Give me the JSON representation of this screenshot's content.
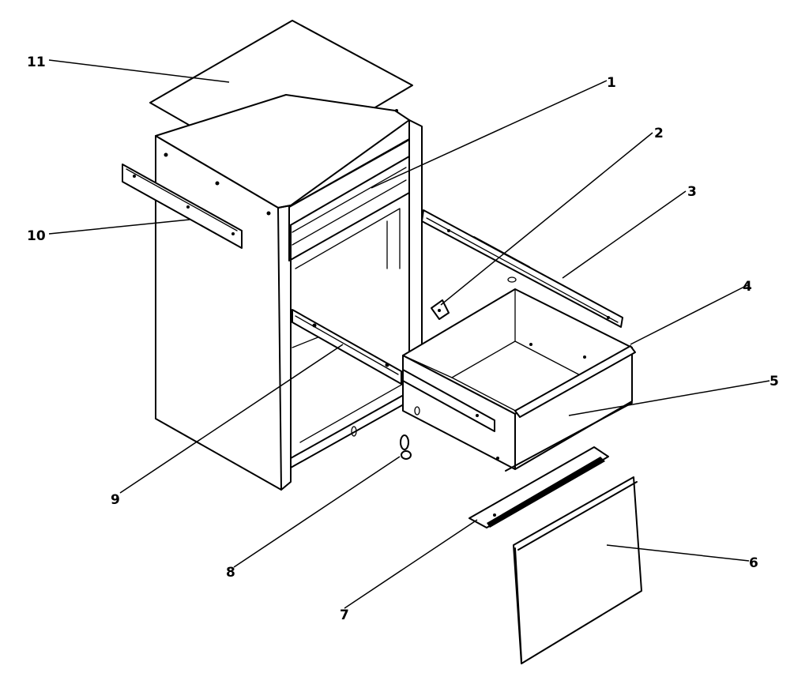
{
  "diagram": {
    "callouts": [
      {
        "id": "11",
        "label": "11"
      },
      {
        "id": "1",
        "label": "1"
      },
      {
        "id": "2",
        "label": "2"
      },
      {
        "id": "3",
        "label": "3"
      },
      {
        "id": "4",
        "label": "4"
      },
      {
        "id": "5",
        "label": "5"
      },
      {
        "id": "10",
        "label": "10"
      },
      {
        "id": "9",
        "label": "9"
      },
      {
        "id": "8",
        "label": "8"
      },
      {
        "id": "7",
        "label": "7"
      },
      {
        "id": "6",
        "label": "6"
      }
    ]
  }
}
